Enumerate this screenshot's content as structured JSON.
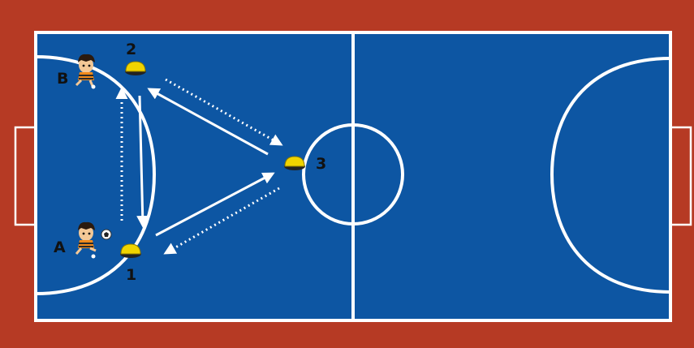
{
  "colors": {
    "surround": "#b63a24",
    "court": "#0d56a3",
    "lines": "#ffffff",
    "cone": "#f0d400",
    "cone_base": "#222222",
    "skin": "#f4c896",
    "hair": "#2b1a0e",
    "shirt": "#f08a1c",
    "stripe": "#2a2a2a"
  },
  "players": [
    {
      "id": "B",
      "label": "B"
    },
    {
      "id": "A",
      "label": "A"
    }
  ],
  "cones": [
    {
      "id": "1",
      "label": "1"
    },
    {
      "id": "2",
      "label": "2"
    },
    {
      "id": "3",
      "label": "3"
    }
  ],
  "movements": [
    {
      "from": "2",
      "to": "1",
      "style": "solid"
    },
    {
      "from": "1",
      "to": "3",
      "style": "solid"
    },
    {
      "from": "3",
      "to": "2",
      "style": "solid"
    },
    {
      "from": "1",
      "to": "2",
      "style": "dotted"
    },
    {
      "from": "2",
      "to": "3",
      "style": "dotted"
    },
    {
      "from": "3",
      "to": "1",
      "style": "dotted"
    }
  ]
}
